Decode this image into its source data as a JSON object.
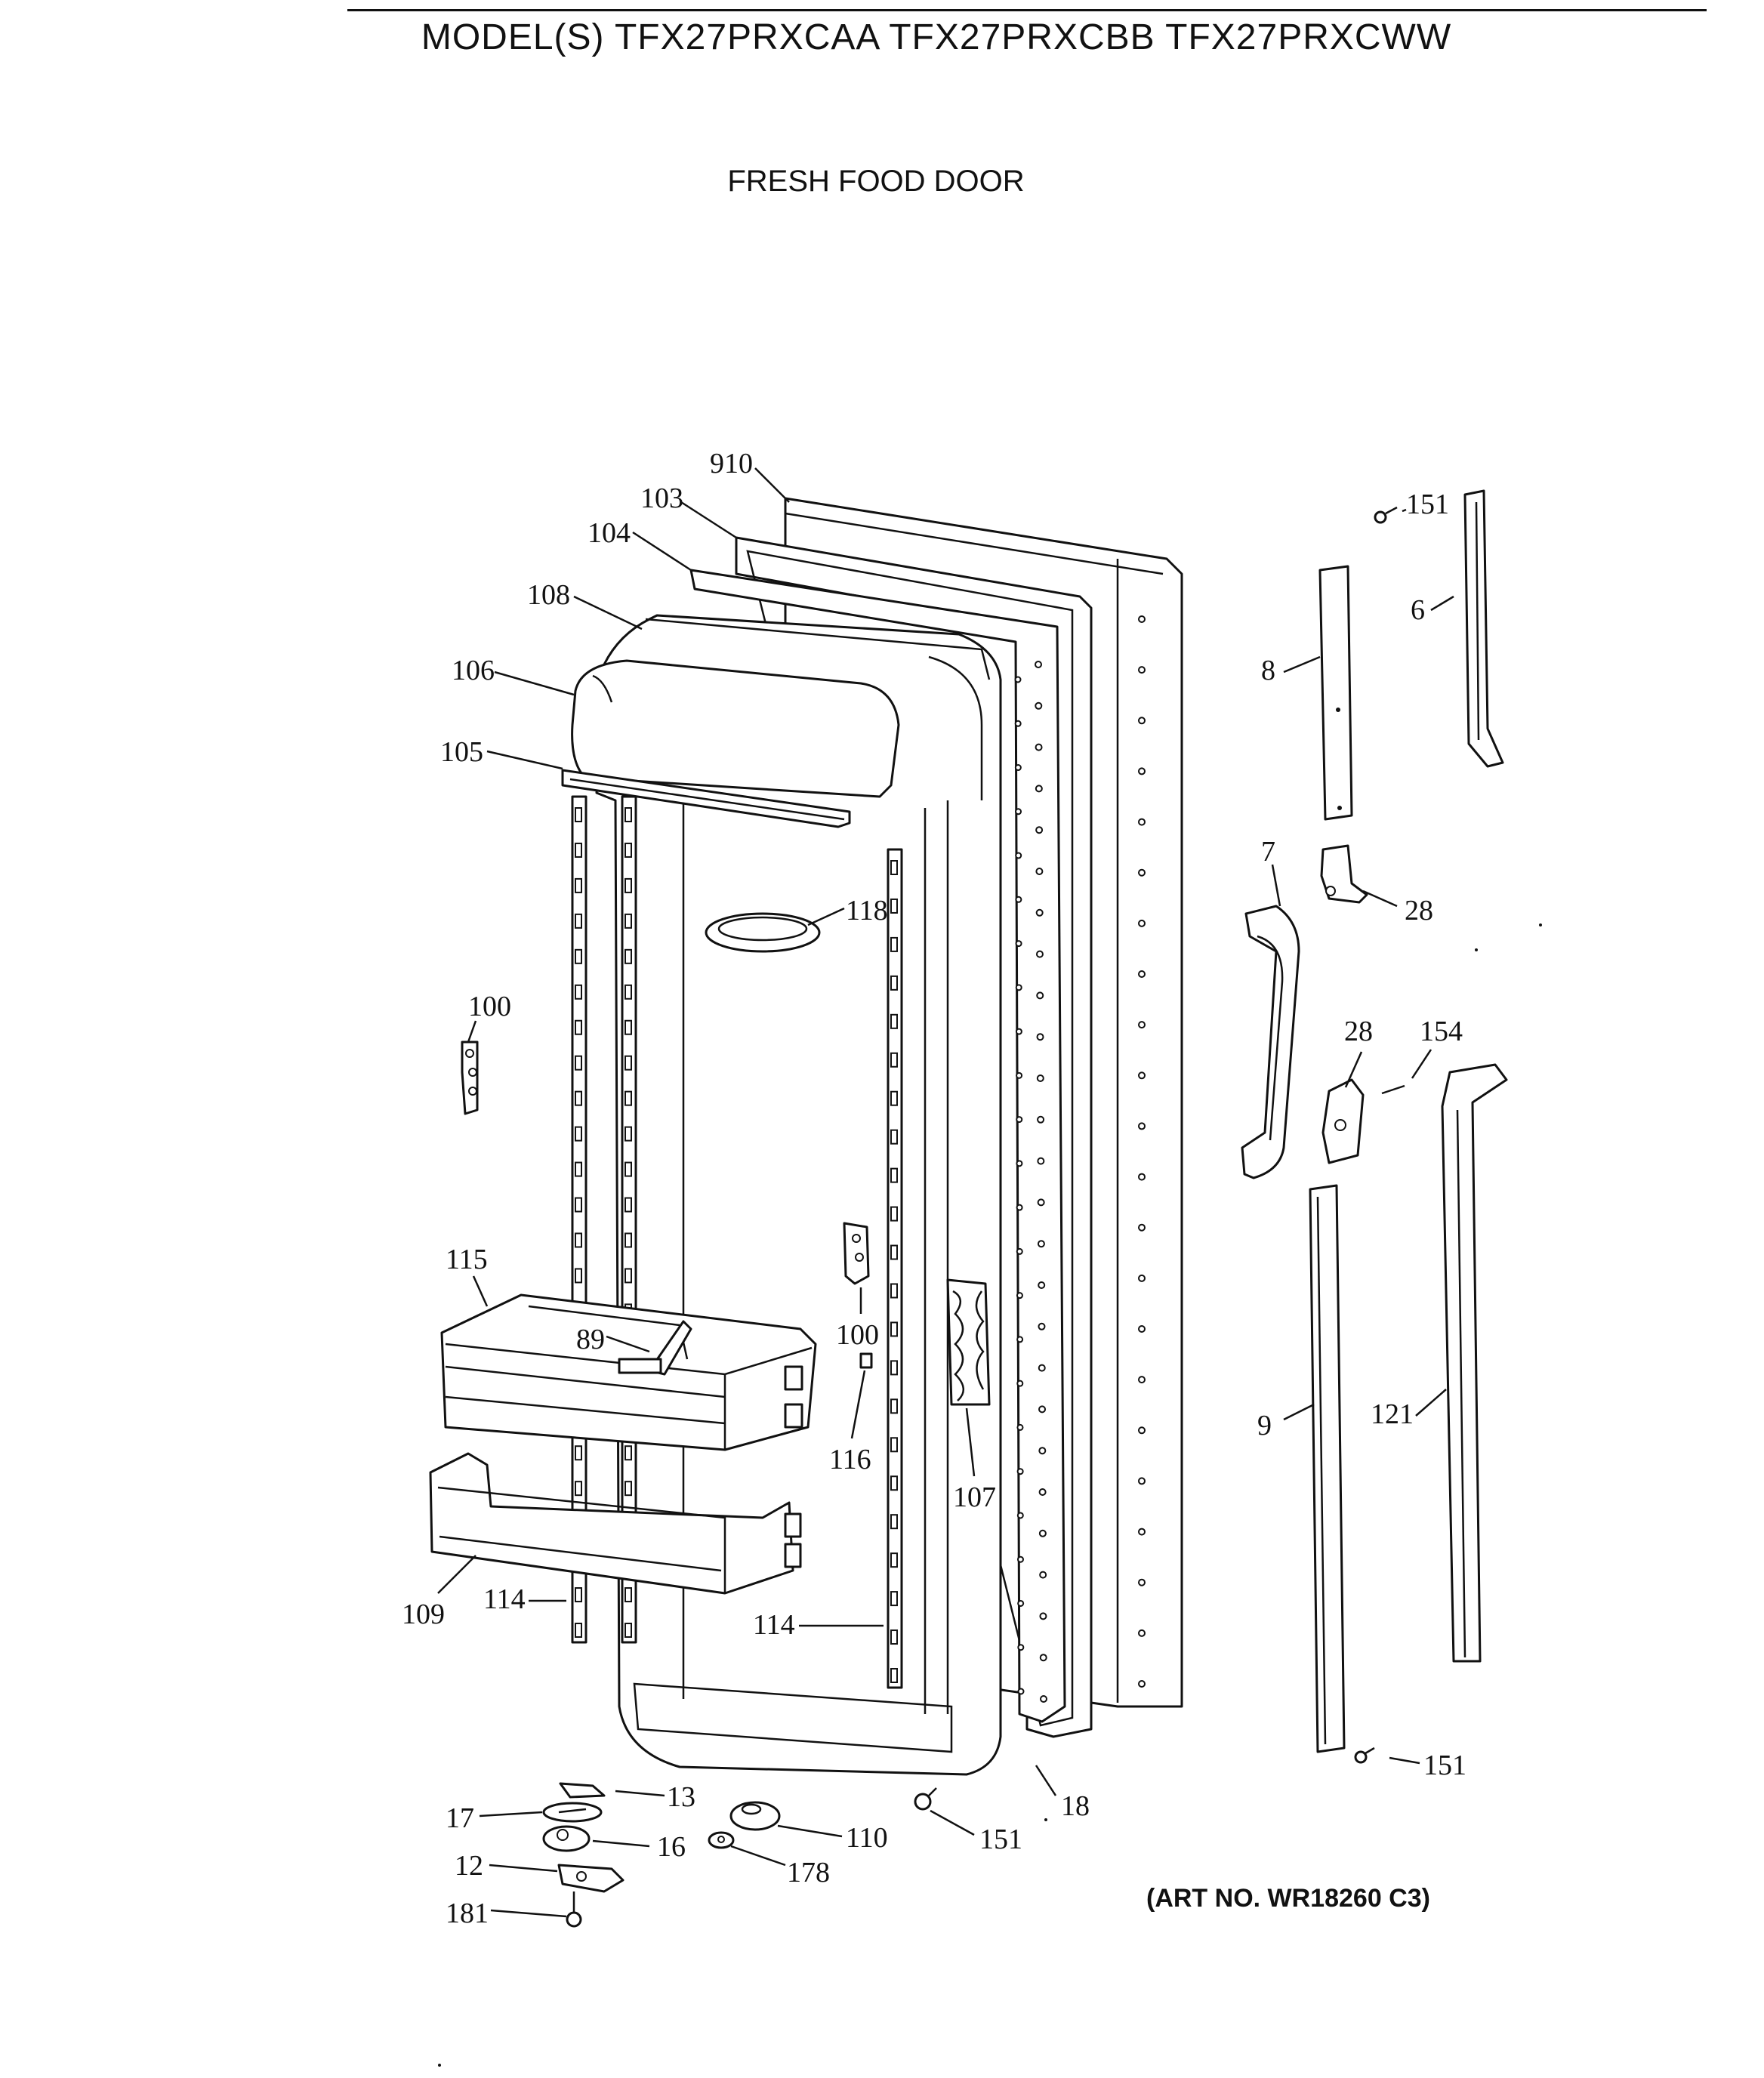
{
  "header": {
    "model_title": "MODEL(S) TFX27PRXCAA  TFX27PRXCBB  TFX27PRXCWW",
    "section_title": "FRESH FOOD DOOR"
  },
  "footer": {
    "art_number": "(ART NO. WR18260 C3)"
  },
  "callouts": [
    "910",
    "103",
    "104",
    "108",
    "106",
    "105",
    "118",
    "100",
    "115",
    "89",
    "100",
    "116",
    "107",
    "109",
    "114",
    "114",
    "13",
    "17",
    "16",
    "110",
    "12",
    "178",
    "181",
    "151",
    "18",
    "151",
    "6",
    "8",
    "28",
    "7",
    "28",
    "154",
    "9",
    "121",
    "151"
  ]
}
